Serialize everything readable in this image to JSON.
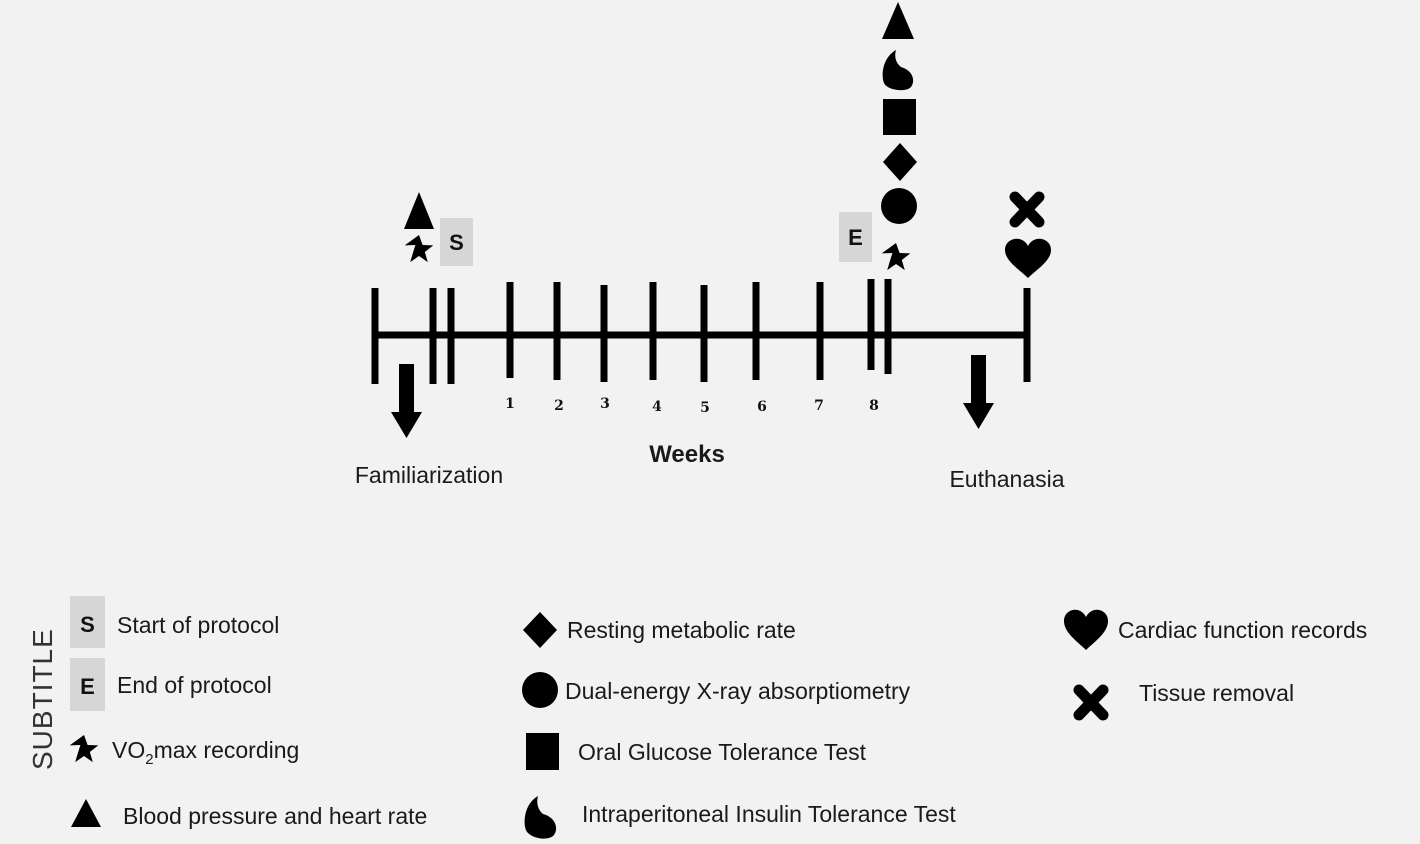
{
  "side_label": "SUBTITLE",
  "timeline": {
    "weeks_title": "Weeks",
    "week_numbers": [
      "1",
      "2",
      "3",
      "4",
      "5",
      "6",
      "7",
      "8"
    ],
    "start_marker": "S",
    "end_marker": "E",
    "familiarization_label": "Familiarization",
    "euthanasia_label": "Euthanasia"
  },
  "legend": {
    "start": {
      "letter": "S",
      "text": "Start of protocol"
    },
    "end": {
      "letter": "E",
      "text": "End of protocol"
    },
    "vo2": {
      "prefix": "VO",
      "sub": "2",
      "suffix": "max  recording",
      "icon": "star-icon"
    },
    "bp": {
      "text": "Blood pressure and heart rate",
      "icon": "triangle-icon"
    },
    "rmr": {
      "text": "Resting metabolic rate",
      "icon": "diamond-icon"
    },
    "dexa": {
      "text": "Dual-energy  X-ray absorptiometry",
      "icon": "circle-icon"
    },
    "ogtt": {
      "text": "Oral Glucose Tolerance Test",
      "icon": "square-icon"
    },
    "iitt": {
      "text": "Intraperitoneal  Insulin Tolerance Test",
      "icon": "drop-icon"
    },
    "cardiac": {
      "text": "Cardiac function records",
      "icon": "heart-icon"
    },
    "tissue": {
      "text": "Tissue removal",
      "icon": "x-icon"
    }
  }
}
